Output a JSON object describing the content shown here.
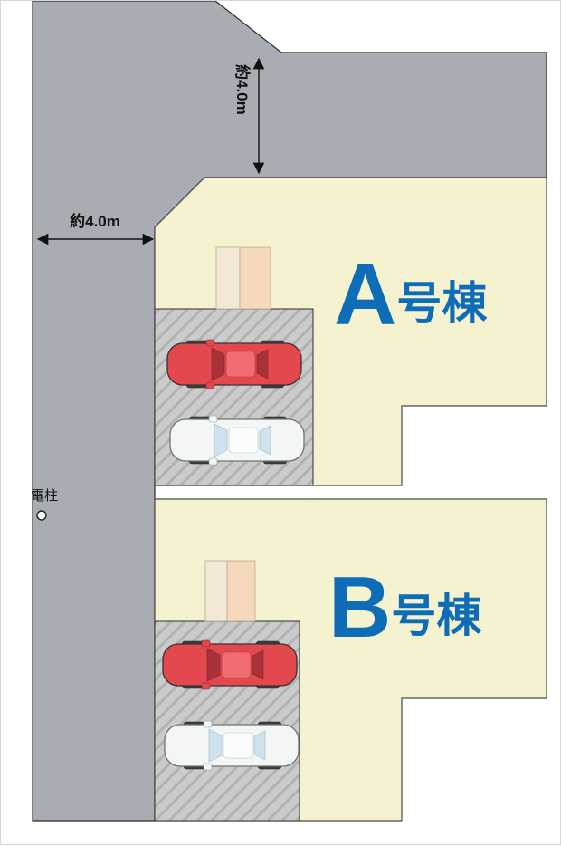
{
  "labels": {
    "building_a_letter": "A",
    "building_a_suffix": "号棟",
    "building_b_letter": "B",
    "building_b_suffix": "号棟",
    "dim_road_top": "約4.0m",
    "dim_road_left": "約4.0m",
    "utility_pole": "電柱"
  },
  "colors": {
    "road": "#a9adb3",
    "lot": "#f5f2d0",
    "parking_base": "#cbcbcb",
    "parking_hatch": "#b2b2b2",
    "building_text": "#0f6db7",
    "car_red": "#e2484d",
    "car_white": "#f4f6f6",
    "porch_light": "#f2e8d5",
    "porch_dark": "#f6d9bc"
  }
}
